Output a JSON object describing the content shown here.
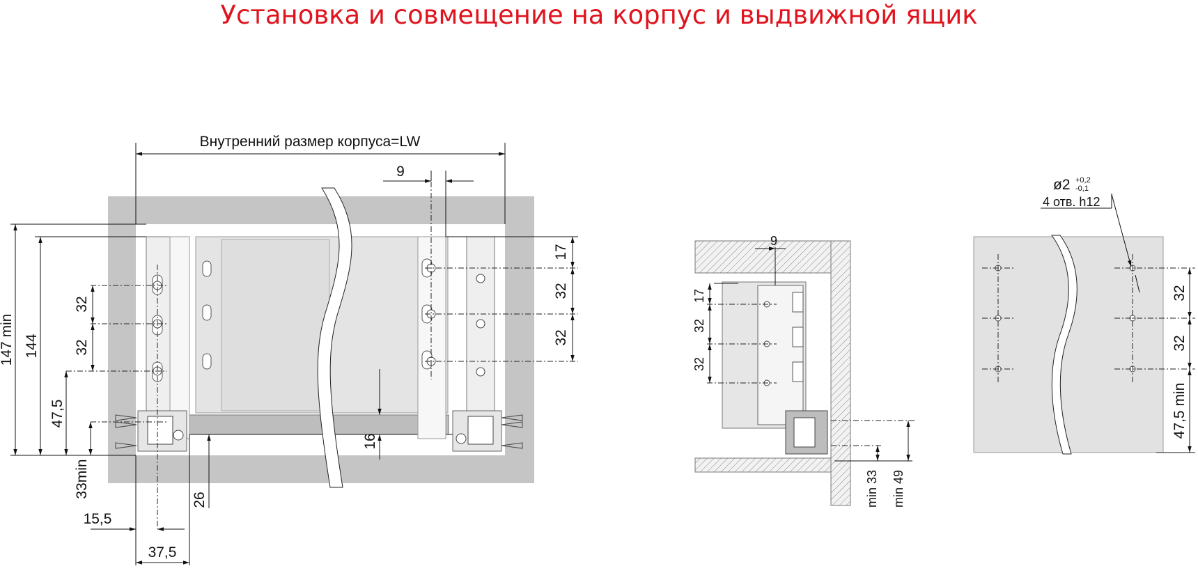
{
  "title": {
    "text": "Установка и совмещение на корпус и выдвижной ящик",
    "color": "#e0141e"
  },
  "front_view": {
    "width_label": "Внутренний размер корпуса=LW",
    "dim_9": "9",
    "dim_17": "17",
    "dim_32_right_1": "32",
    "dim_32_right_2": "32",
    "dim_32_left_1": "32",
    "dim_32_left_2": "32",
    "dim_147": "147 min",
    "dim_144": "144",
    "dim_47_5": "47,5",
    "dim_33": "33min",
    "dim_15_5": "15,5",
    "dim_37_5": "37,5",
    "dim_26": "26",
    "dim_16": "16"
  },
  "side_view": {
    "dim_9": "9",
    "dim_17": "17",
    "dim_32_1": "32",
    "dim_32_2": "32",
    "dim_min33": "min 33",
    "dim_min49": "min 49"
  },
  "panel_view": {
    "hole_diameter": "ø2",
    "tol_plus": "+0,2",
    "tol_minus": "-0,1",
    "hole_note": "4 отв. h12",
    "dim_32_1": "32",
    "dim_32_2": "32",
    "dim_47_5": "47,5 min"
  },
  "colors": {
    "cabinet": "#c5c5c5",
    "panel": "#e4e4e4",
    "hatch": "#9a9a9a"
  }
}
